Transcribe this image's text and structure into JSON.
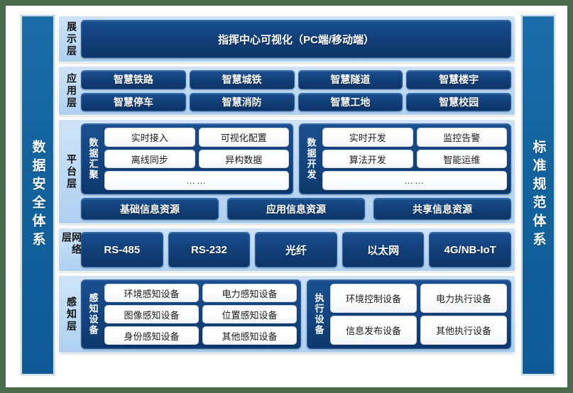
{
  "pillars": {
    "left": {
      "name": "data-security-system",
      "text": "数据安全体系"
    },
    "right": {
      "name": "standards-system",
      "text": "标准规范体系"
    }
  },
  "layers": {
    "display": {
      "label": "展示层",
      "banner": "指挥中心可视化（PC端/移动端）"
    },
    "application": {
      "label": "应用层",
      "items": [
        "智慧铁路",
        "智慧城铁",
        "智慧隧道",
        "智慧楼宇",
        "智慧停车",
        "智慧消防",
        "智慧工地",
        "智慧校园"
      ]
    },
    "platform": {
      "label": "平台层",
      "groups": [
        {
          "label": "数据汇聚",
          "row1": [
            "实时接入",
            "可视化配置"
          ],
          "row2": [
            "离线同步",
            "异构数据"
          ],
          "row3": "……"
        },
        {
          "label": "数据开发",
          "row1": [
            "实时开发",
            "监控告警"
          ],
          "row2": [
            "算法开发",
            "智能运维"
          ],
          "row3": "……"
        }
      ],
      "resources": [
        "基础信息资源",
        "应用信息资源",
        "共享信息资源"
      ]
    },
    "network": {
      "label": "网络层",
      "items": [
        "RS-485",
        "RS-232",
        "光纤",
        "以太网",
        "4G/NB-IoT"
      ]
    },
    "sensing": {
      "label": "感知层",
      "groups": [
        {
          "label": "感知设备",
          "row1": [
            "环境感知设备",
            "电力感知设备"
          ],
          "row2": [
            "图像感知设备",
            "位置感知设备"
          ],
          "row3": [
            "身份感知设备",
            "其他感知设备"
          ]
        },
        {
          "label": "执行设备",
          "row1": [
            "环境控制设备",
            "电力执行设备"
          ],
          "row2": [
            "信息发布设备",
            "其他执行设备"
          ]
        }
      ]
    }
  },
  "colors": {
    "page_background": "#4a6b4d",
    "canvas": "#ffffff",
    "layer_fill": "#bcd9f4",
    "chip_dark": "#134280",
    "pillar": "#146099",
    "chip_white": "#ffffff"
  }
}
